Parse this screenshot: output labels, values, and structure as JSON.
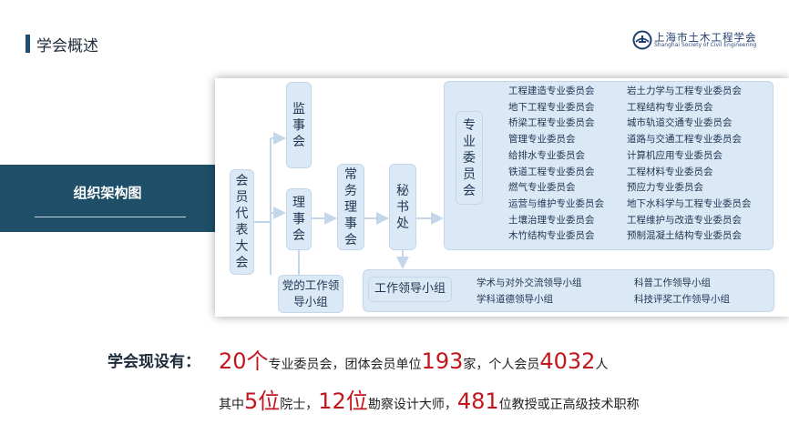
{
  "header": {
    "title": "学会概述"
  },
  "logo": {
    "name_cn": "上海市土木工程学会",
    "name_en": "Shanghai Society of Civil Engineering"
  },
  "section": {
    "label": "组织架构图"
  },
  "org": {
    "general_assembly": "会员代表大会",
    "supervisory": "监事会",
    "council": "理事会",
    "party_group": "党的工作领导小组",
    "standing_council": "常务理事会",
    "secretariat": "秘书处",
    "committees_label": "专业委员会",
    "committees_left": [
      "工程建造专业委员会",
      "地下工程专业委员会",
      "桥梁工程专业委员会",
      "管理专业委员会",
      "给排水专业委员会",
      "铁道工程专业委员会",
      "燃气专业委员会",
      "运营与维护专业委员会",
      "土壤治理专业委员会",
      "木竹结构专业委员会"
    ],
    "committees_right": [
      "岩土力学与工程专业委员会",
      "工程结构专业委员会",
      "城市轨道交通专业委员会",
      "道路与交通工程专业委员会",
      "计算机应用专业委员会",
      "工程材料专业委员会",
      "预应力专业委员会",
      "地下水科学与工程专业委员会",
      "工程维护与改造专业委员会",
      "预制混凝土结构专业委员会"
    ],
    "work_groups_label": "工作领导小组",
    "work_groups_left": [
      "学术与对外交流领导小组",
      "学科道德领导小组"
    ],
    "work_groups_right": [
      "科普工作领导小组",
      "科技评奖工作领导小组"
    ]
  },
  "stats": {
    "label": "学会现设有：",
    "line1": {
      "n1": "20个",
      "t1": "专业委员会，团体会员单位",
      "n2": "193",
      "t2": "家，个人会员",
      "n3": "4032",
      "t3": "人"
    },
    "line2": {
      "t0": "其中",
      "n1": "5位",
      "t1": "院士，",
      "n2": "12位",
      "t2": "勘察设计大师，",
      "n3": "481",
      "t3": "位教授或正高级技术职称"
    }
  }
}
